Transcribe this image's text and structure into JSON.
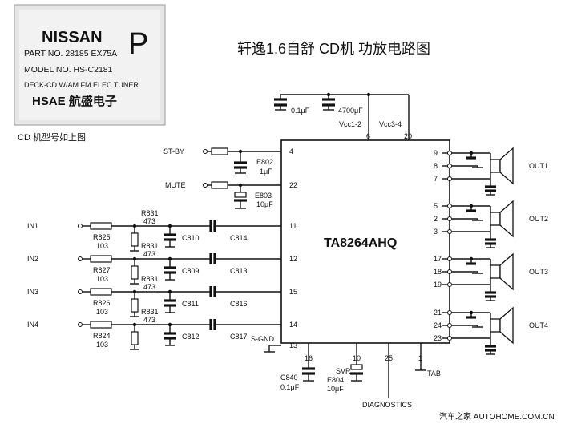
{
  "title": "轩逸1.6自舒 CD机 功放电路图",
  "photo": {
    "brand": "NISSAN",
    "part_no": "PART NO. 28185 EX75A",
    "model_no": "MODEL NO. HS-C2181",
    "desc": "DECK-CD W/AM FM ELEC TUNER",
    "maker": "HSAE 航盛电子",
    "big_letter": "P"
  },
  "photo_caption": "CD 机型号如上图",
  "ic": {
    "name": "TA8264AHQ"
  },
  "supply": {
    "c1": "0.1μF",
    "c2": "4700μF",
    "vcc12": "Vcc1-2",
    "vcc34": "Vcc3-4"
  },
  "pins": {
    "stby": "4",
    "mute": "22",
    "in1": "11",
    "in2": "12",
    "in3": "15",
    "in4": "14",
    "sgnd": "13",
    "top_vcc12": "6",
    "top_vcc34": "20",
    "bot_16": "16",
    "bot_10": "10",
    "bot_25": "25",
    "bot_1": "1",
    "out1": [
      "9",
      "8",
      "7"
    ],
    "out2": [
      "5",
      "2",
      "3"
    ],
    "out3": [
      "17",
      "18",
      "19"
    ],
    "out4": [
      "21",
      "24",
      "23"
    ]
  },
  "labels": {
    "stby": "ST-BY",
    "mute": "MUTE",
    "sgnd": "S-GND",
    "tab": "TAB",
    "svr": "SVR",
    "diagnostics": "DIAGNOSTICS",
    "e802": "E802",
    "e802v": "1μF",
    "e803": "E803",
    "e803v": "10μF",
    "c840": "C840",
    "c840v": "0.1μF",
    "e804": "E804",
    "e804v": "10μF"
  },
  "inputs": [
    {
      "name": "IN1",
      "r": "R825",
      "rv": "103",
      "r2": "R831",
      "r2v": "473",
      "cs": "C810",
      "cc": "C814"
    },
    {
      "name": "IN2",
      "r": "R827",
      "rv": "103",
      "r2": "R831",
      "r2v": "473",
      "cs": "C809",
      "cc": "C813"
    },
    {
      "name": "IN3",
      "r": "R826",
      "rv": "103",
      "r2": "R831",
      "r2v": "473",
      "cs": "C811",
      "cc": "C816"
    },
    {
      "name": "IN4",
      "r": "R824",
      "rv": "103",
      "r2": "R831",
      "r2v": "473",
      "cs": "C812",
      "cc": "C817"
    }
  ],
  "outputs": [
    "OUT1",
    "OUT2",
    "OUT3",
    "OUT4"
  ],
  "watermark": "汽车之家  AUTOHOME.COM.CN"
}
